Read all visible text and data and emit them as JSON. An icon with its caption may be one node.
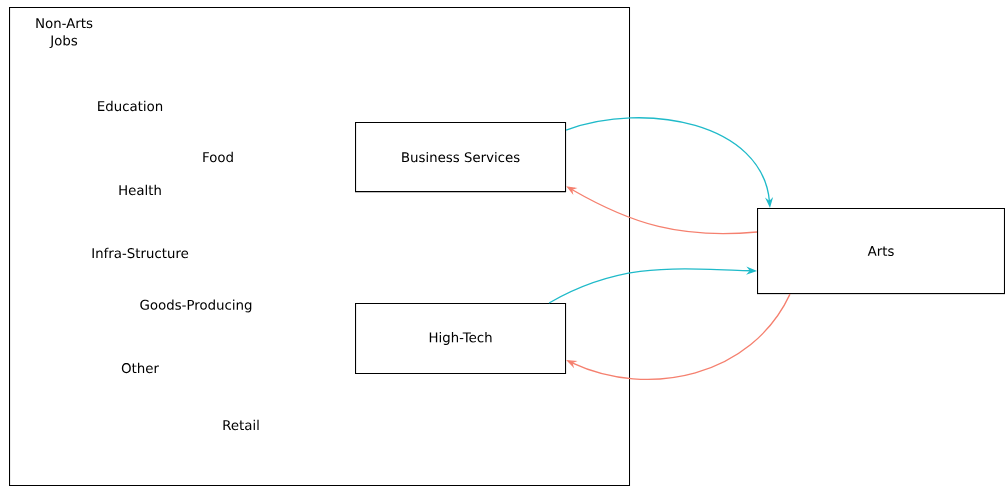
{
  "diagram": {
    "nodes": [
      {
        "text": [
          "Non-Arts Jobs"
        ]
      },
      {
        "text": [
          "Business Services"
        ],
        "in": 0
      },
      {
        "text": [
          "Arts"
        ]
      },
      {
        "text": [
          "High-Tech"
        ],
        "in": 0
      }
    ],
    "edges": [
      {
        "from": 1,
        "to": 2,
        "arrow": "to",
        "color": "#1fbac9"
      },
      {
        "from": 2,
        "to": 1,
        "arrow": "to",
        "color": "#f5806f"
      },
      {
        "from": 3,
        "to": 2,
        "arrow": "to",
        "color": "#1fbac9"
      },
      {
        "from": 2,
        "to": 3,
        "arrow": "to",
        "color": "#f5806f"
      }
    ],
    "labels": [
      "Education",
      "Food",
      "Health",
      "Infra-Structure",
      "Goods-Producing",
      "Other",
      "Retail"
    ]
  }
}
